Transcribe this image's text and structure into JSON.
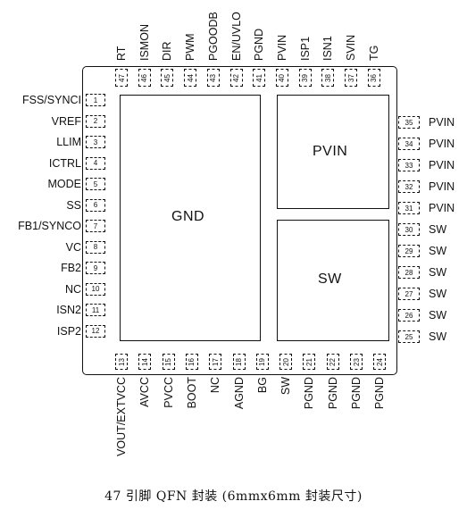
{
  "package": {
    "pads": [
      {
        "id": "gnd",
        "label": "GND"
      },
      {
        "id": "pvin",
        "label": "PVIN"
      },
      {
        "id": "sw",
        "label": "SW"
      }
    ],
    "left_pins": [
      {
        "num": "1",
        "name": "FSS/SYNCI"
      },
      {
        "num": "2",
        "name": "VREF"
      },
      {
        "num": "3",
        "name": "LLIM"
      },
      {
        "num": "4",
        "name": "ICTRL"
      },
      {
        "num": "5",
        "name": "MODE"
      },
      {
        "num": "6",
        "name": "SS"
      },
      {
        "num": "7",
        "name": "FB1/SYNCO"
      },
      {
        "num": "8",
        "name": "VC"
      },
      {
        "num": "9",
        "name": "FB2"
      },
      {
        "num": "10",
        "name": "NC"
      },
      {
        "num": "11",
        "name": "ISN2"
      },
      {
        "num": "12",
        "name": "ISP2"
      }
    ],
    "bottom_pins": [
      {
        "num": "13",
        "name": "VOUT/EXTVCC"
      },
      {
        "num": "14",
        "name": "AVCC"
      },
      {
        "num": "15",
        "name": "PVCC"
      },
      {
        "num": "16",
        "name": "BOOT"
      },
      {
        "num": "17",
        "name": "NC"
      },
      {
        "num": "18",
        "name": "AGND"
      },
      {
        "num": "19",
        "name": "BG"
      },
      {
        "num": "20",
        "name": "SW"
      },
      {
        "num": "21",
        "name": "PGND"
      },
      {
        "num": "22",
        "name": "PGND"
      },
      {
        "num": "23",
        "name": "PGND"
      },
      {
        "num": "24",
        "name": "PGND"
      }
    ],
    "right_pins": [
      {
        "num": "25",
        "name": "SW"
      },
      {
        "num": "26",
        "name": "SW"
      },
      {
        "num": "27",
        "name": "SW"
      },
      {
        "num": "28",
        "name": "SW"
      },
      {
        "num": "29",
        "name": "SW"
      },
      {
        "num": "30",
        "name": "SW"
      },
      {
        "num": "31",
        "name": "PVIN"
      },
      {
        "num": "32",
        "name": "PVIN"
      },
      {
        "num": "33",
        "name": "PVIN"
      },
      {
        "num": "34",
        "name": "PVIN"
      },
      {
        "num": "35",
        "name": "PVIN"
      }
    ],
    "top_pins": [
      {
        "num": "47",
        "name": "RT"
      },
      {
        "num": "46",
        "name": "ISMON"
      },
      {
        "num": "45",
        "name": "DIR"
      },
      {
        "num": "44",
        "name": "PWM"
      },
      {
        "num": "43",
        "name": "PGOODB"
      },
      {
        "num": "42",
        "name": "EN/UVLO"
      },
      {
        "num": "41",
        "name": "PGND"
      },
      {
        "num": "40",
        "name": "PVIN"
      },
      {
        "num": "39",
        "name": "ISP1"
      },
      {
        "num": "38",
        "name": "ISN1"
      },
      {
        "num": "37",
        "name": "SVIN"
      },
      {
        "num": "36",
        "name": "TG"
      }
    ]
  },
  "caption": "47 引脚 QFN 封装 (6mmx6mm 封装尺寸)"
}
